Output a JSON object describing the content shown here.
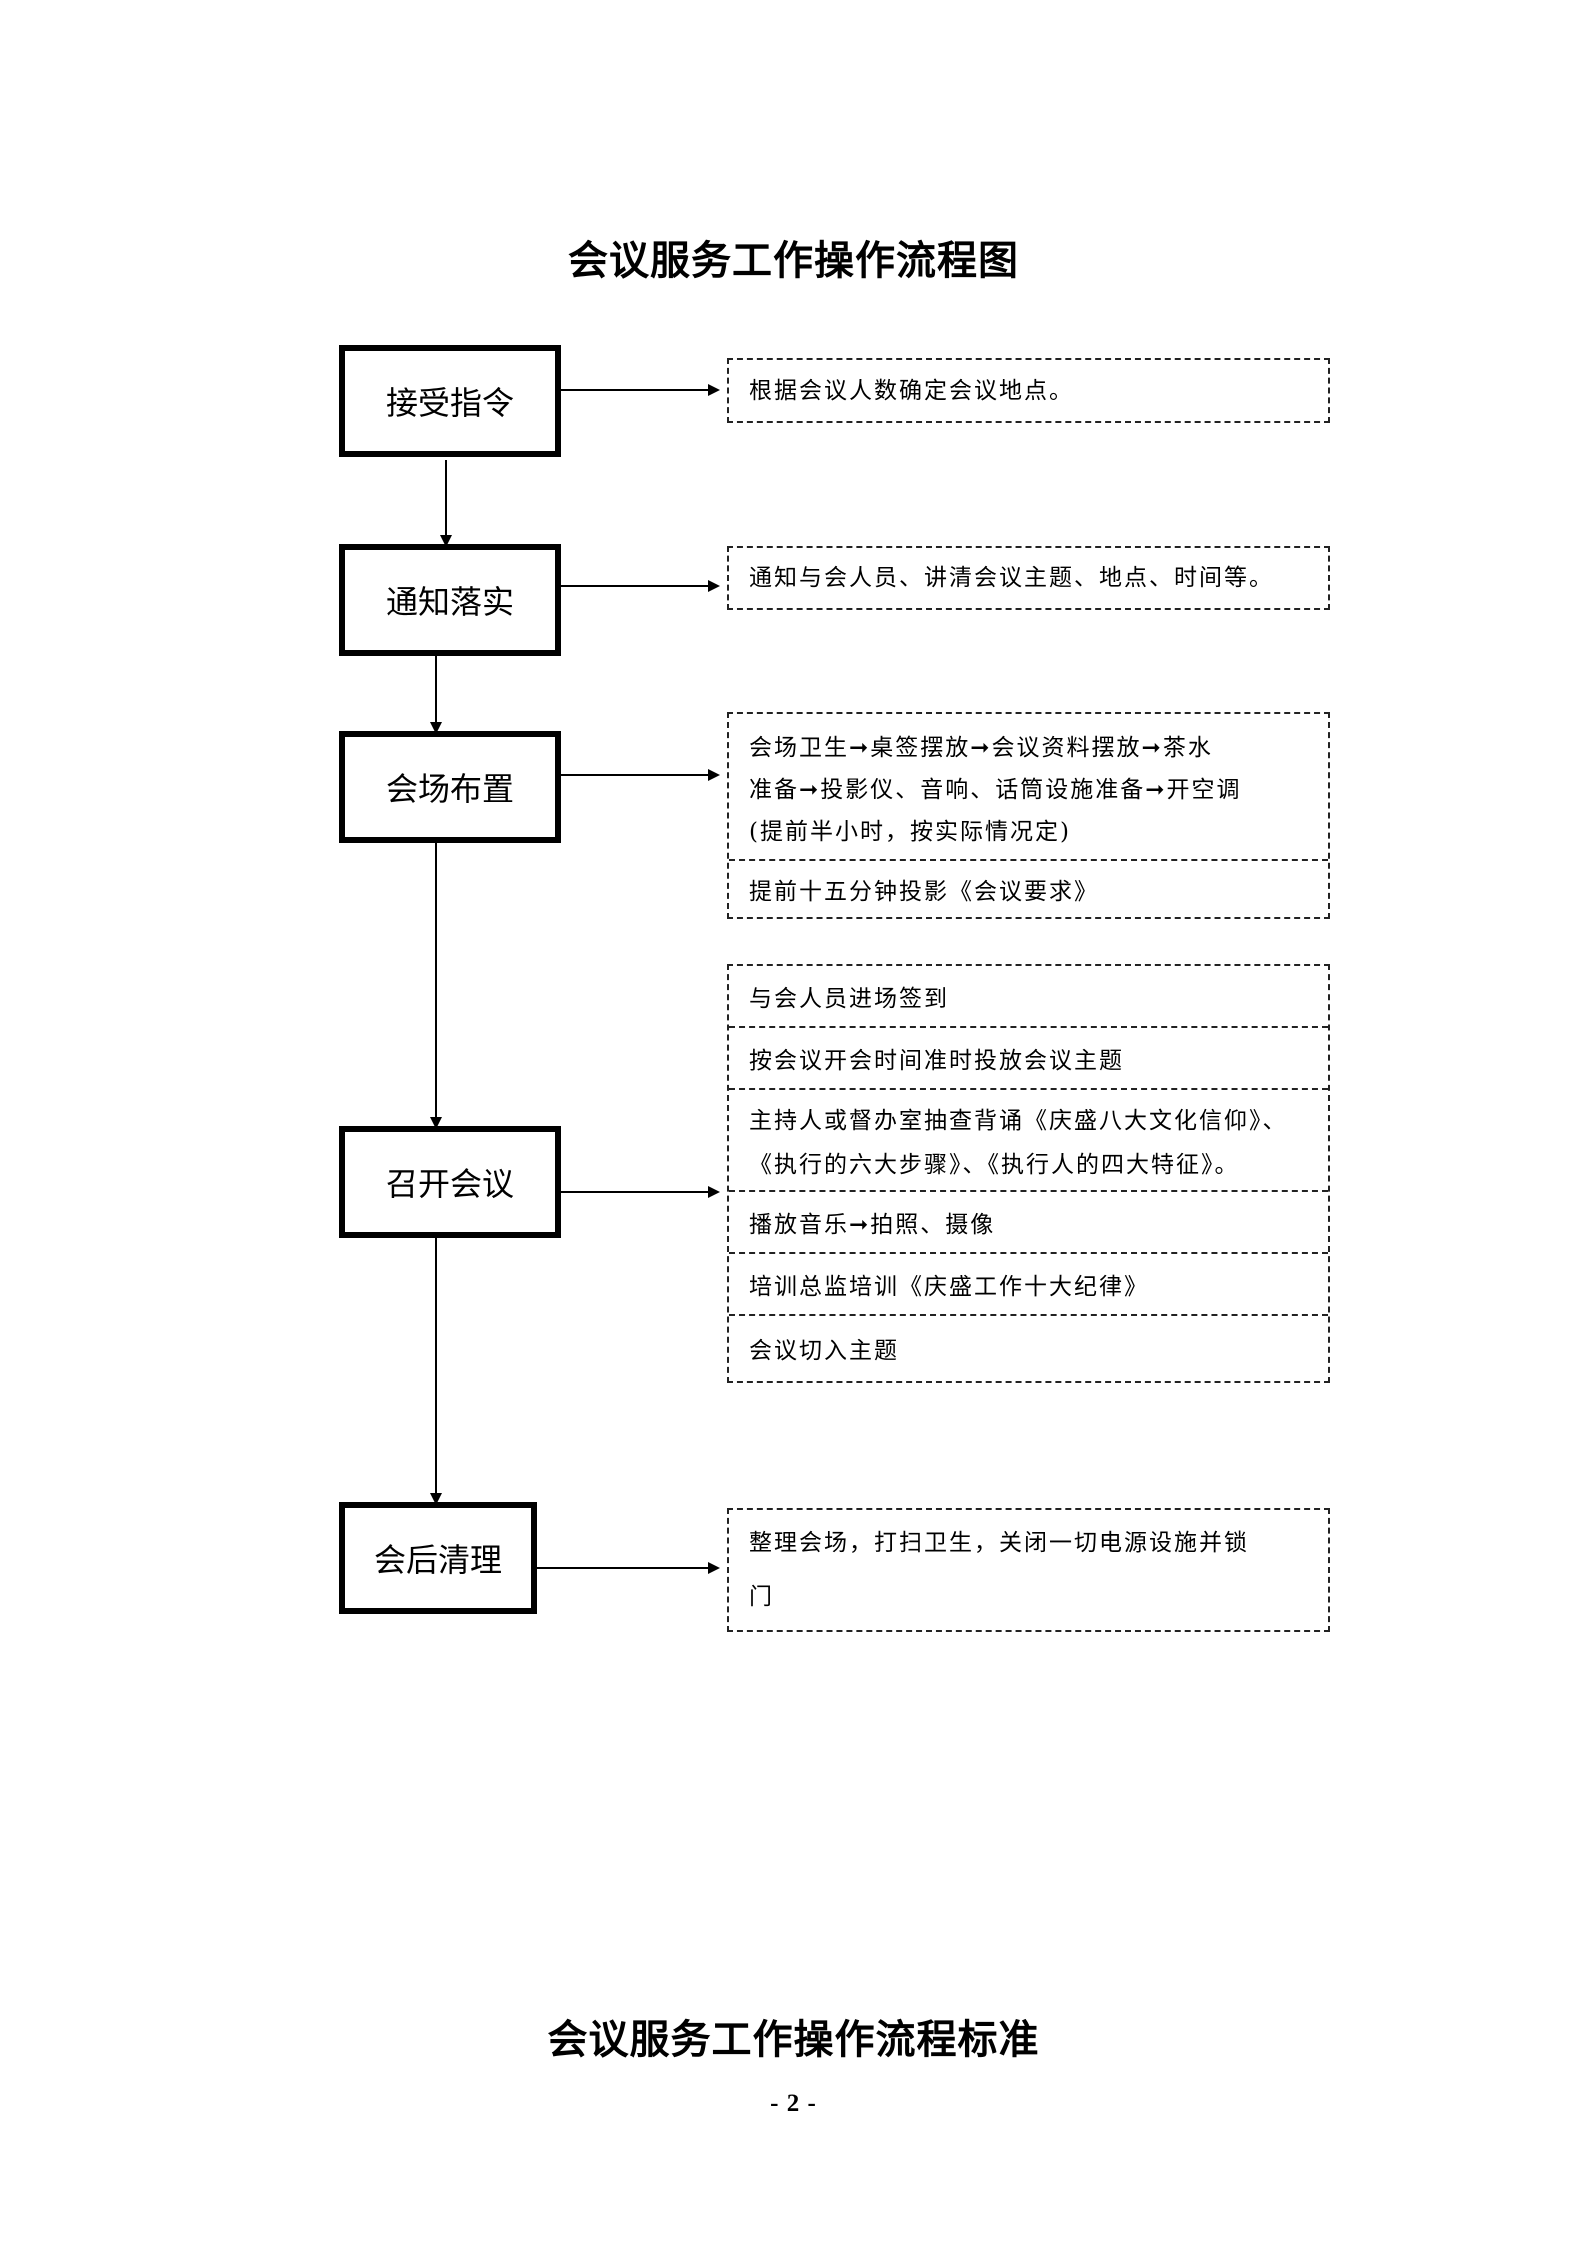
{
  "title": "会议服务工作操作流程图",
  "footer_title": "会议服务工作操作流程标准",
  "page_number": "- 2 -",
  "steps": [
    {
      "label": "接受指令"
    },
    {
      "label": "通知落实"
    },
    {
      "label": "会场布置"
    },
    {
      "label": "召开会议"
    },
    {
      "label": "会后清理"
    }
  ],
  "notes": {
    "step1": "根据会议人数确定会议地点。",
    "step2": "通知与会人员、讲清会议主题、地点、时间等。",
    "step3": {
      "lines": [
        "会场卫生➞桌签摆放➞会议资料摆放➞茶水",
        "准备➞投影仪、音响、话筒设施准备➞开空调",
        "(提前半小时，按实际情况定)"
      ],
      "extra": "提前十五分钟投影《会议要求》"
    },
    "step4": [
      {
        "lines": [
          "与会人员进场签到"
        ]
      },
      {
        "lines": [
          "按会议开会时间准时投放会议主题"
        ]
      },
      {
        "lines": [
          "主持人或督办室抽查背诵《庆盛八大文化信仰》、",
          "《执行的六大步骤》、《执行人的四大特征》。"
        ]
      },
      {
        "lines": [
          "播放音乐➞拍照、摄像"
        ]
      },
      {
        "lines": [
          "培训总监培训《庆盛工作十大纪律》"
        ]
      },
      {
        "lines": [
          "会议切入主题"
        ]
      }
    ],
    "step5": [
      "整理会场，打扫卫生，关闭一切电源设施并锁",
      "门"
    ]
  }
}
